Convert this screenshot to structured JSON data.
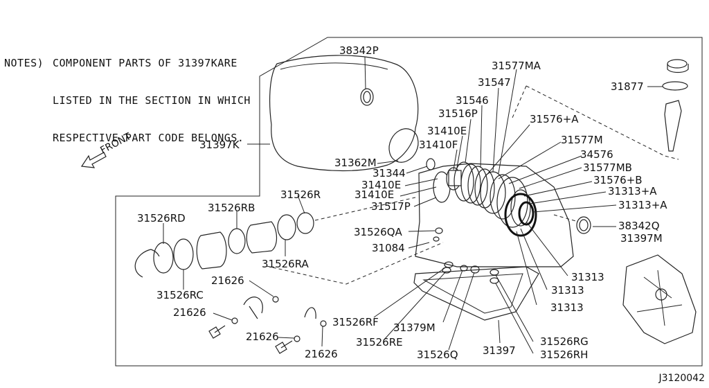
{
  "notes": {
    "head": "NOTES)",
    "lines": [
      "COMPONENT PARTS OF 31397KARE",
      "LISTED IN THE SECTION IN WHICH",
      "RESPECTIVE PART CODE BELONGS."
    ]
  },
  "front_label": "FRONT",
  "diagram_ref": "J3120042",
  "labels": {
    "p38342P": "38342P",
    "p31577MA": "31577MA",
    "p31547": "31547",
    "p31877": "31877",
    "p31546": "31546",
    "p31516P": "31516P",
    "p31576A": "31576+A",
    "p31410E_a": "31410E",
    "p31577M": "31577M",
    "p31410F": "31410F",
    "p31397K": "31397K",
    "p34576": "34576",
    "p31362M": "31362M",
    "p31344": "31344",
    "p31577MB": "31577MB",
    "p31410E_b": "31410E",
    "p31576B": "31576+B",
    "p31410E_c": "31410E",
    "p31313A_a": "31313+A",
    "p31526R": "31526R",
    "p31517P": "31517P",
    "p31313A_b": "31313+A",
    "p31526RB": "31526RB",
    "p31526RD": "31526RD",
    "p31526QA": "31526QA",
    "p38342Q": "38342Q",
    "p31397M": "31397M",
    "p31084": "31084",
    "p31526RA": "31526RA",
    "p31313_a": "31313",
    "p21626_a": "21626",
    "p31526RC": "31526RC",
    "p31313_b": "31313",
    "p31313_c": "31313",
    "p21626_b": "21626",
    "p31526RF": "31526RF",
    "p31379M": "31379M",
    "p21626_c": "21626",
    "p31526RG": "31526RG",
    "p31526RE": "31526RE",
    "p31397": "31397",
    "p21626_d": "21626",
    "p31526Q": "31526Q",
    "p31526RH": "31526RH"
  }
}
